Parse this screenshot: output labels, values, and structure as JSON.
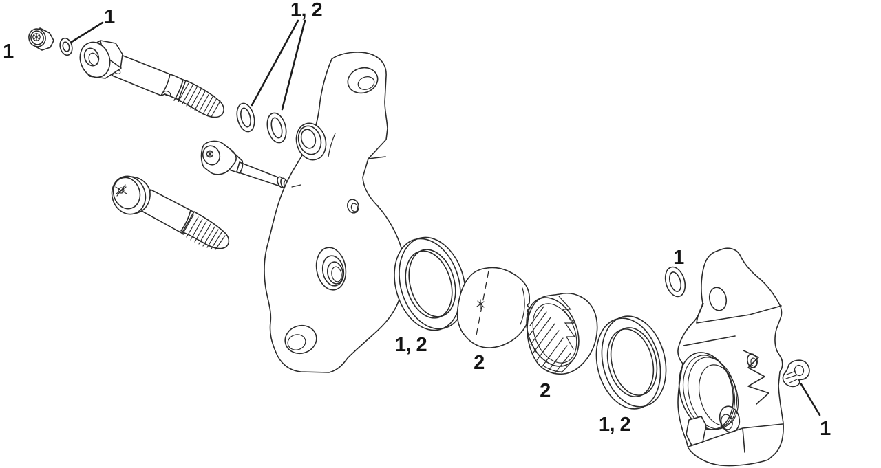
{
  "diagram": {
    "background_color": "#ffffff",
    "line_color": "#2a2a2a",
    "label_color": "#141414",
    "callouts": [
      {
        "part": "banjo-nut",
        "text": "1"
      },
      {
        "part": "banjo-washer",
        "text": "1"
      },
      {
        "part": "banjo-o-rings",
        "text": "1, 2"
      },
      {
        "part": "bore-seal-left",
        "text": "1, 2"
      },
      {
        "part": "piston-flat",
        "text": "2"
      },
      {
        "part": "piston-ribbed",
        "text": "2"
      },
      {
        "part": "bore-seal-right",
        "text": "1, 2"
      },
      {
        "part": "small-o-ring",
        "text": "1"
      },
      {
        "part": "retaining-clip",
        "text": "1"
      }
    ]
  }
}
